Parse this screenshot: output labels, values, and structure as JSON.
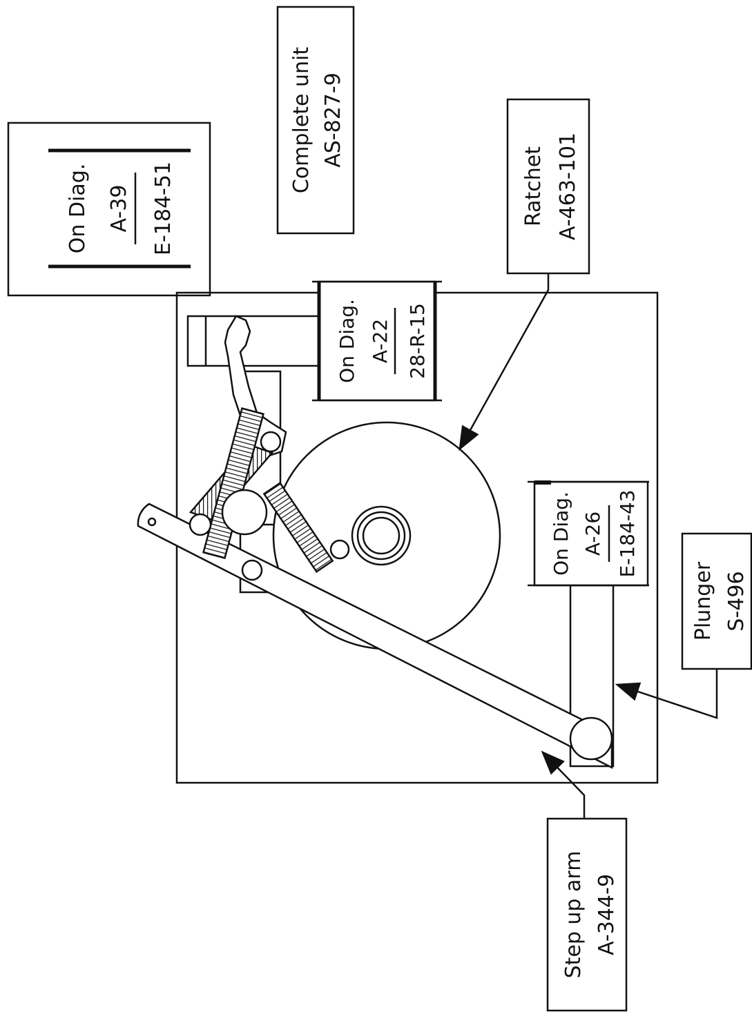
{
  "labels": {
    "complete_unit": {
      "line1": "Complete unit",
      "line2": "AS-827-9"
    },
    "ratchet": {
      "line1": "Ratchet",
      "line2": "A-463-101"
    },
    "plunger": {
      "line1": "Plunger",
      "line2": "S-496"
    },
    "step_up_arm": {
      "line1": "Step up arm",
      "line2": "A-344-9"
    },
    "coil_a39": {
      "line1": "On Diag.",
      "line2": "A-39",
      "line3": "E-184-51"
    },
    "coil_a22": {
      "line1": "On Diag.",
      "line2": "A-22",
      "line3": "28-R-15"
    },
    "coil_a26": {
      "line1": "On Diag.",
      "line2": "A-26",
      "line3": "E-184-43"
    }
  },
  "colors": {
    "ink": "#111111",
    "paper": "#ffffff"
  }
}
